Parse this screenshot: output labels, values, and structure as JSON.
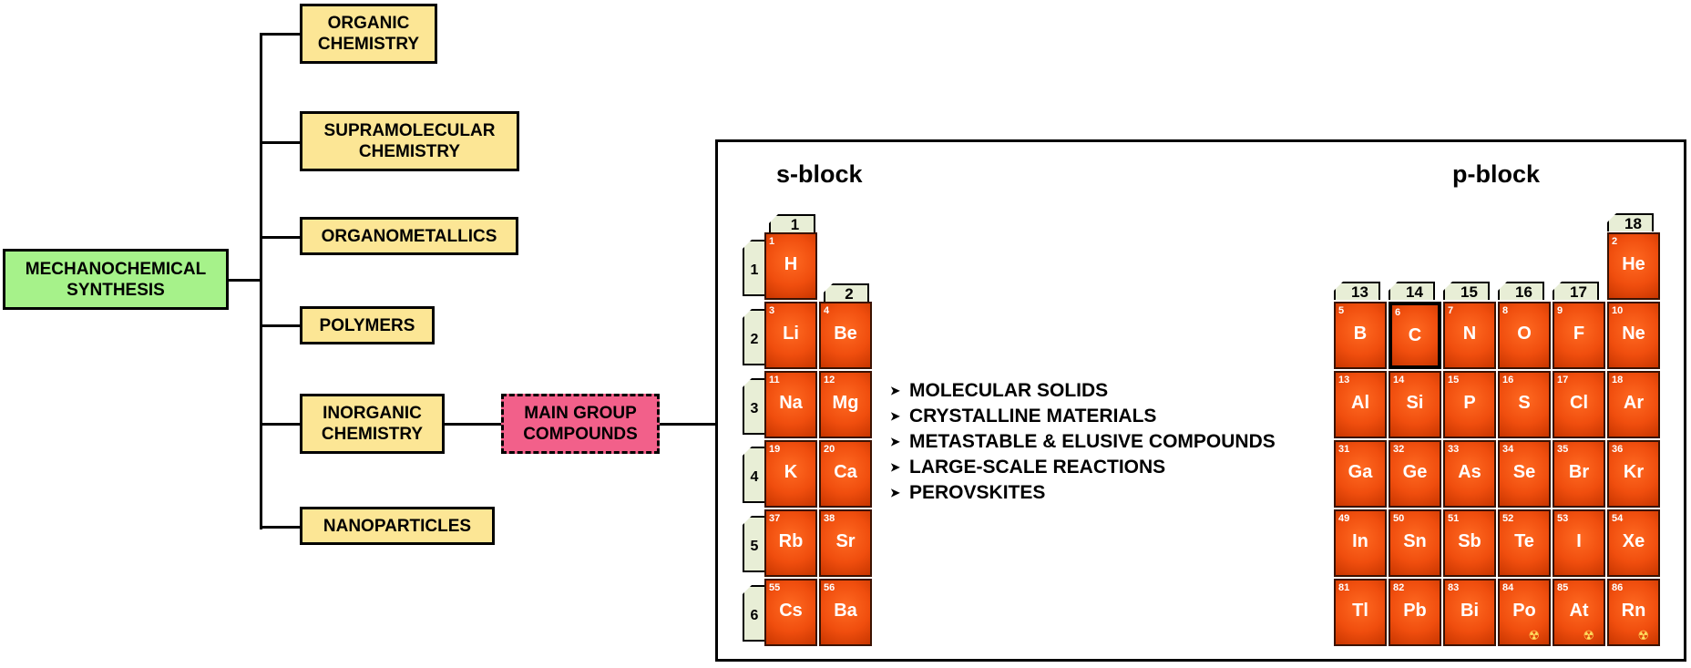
{
  "root": {
    "label": "MECHANOCHEMICAL SYNTHESIS"
  },
  "branches": [
    {
      "label": "ORGANIC CHEMISTRY"
    },
    {
      "label": "SUPRAMOLECULAR CHEMISTRY"
    },
    {
      "label": "ORGANOMETALLICS"
    },
    {
      "label": "POLYMERS"
    },
    {
      "label": "INORGANIC CHEMISTRY"
    },
    {
      "label": "NANOPARTICLES"
    }
  ],
  "sub_branch": {
    "label": "MAIN GROUP COMPOUNDS"
  },
  "panel": {
    "s_block_title": "s-block",
    "p_block_title": "p-block",
    "bullets": [
      "MOLECULAR SOLIDS",
      "CRYSTALLINE MATERIALS",
      "METASTABLE & ELUSIVE COMPOUNDS",
      "LARGE-SCALE REACTIONS",
      "PEROVSKITES"
    ],
    "periods": [
      "1",
      "2",
      "3",
      "4",
      "5",
      "6"
    ],
    "group_labels": {
      "g1": "1",
      "g2": "2",
      "g13": "13",
      "g14": "14",
      "g15": "15",
      "g16": "16",
      "g17": "17",
      "g18": "18"
    },
    "elements": [
      {
        "n": "1",
        "s": "H"
      },
      {
        "n": "2",
        "s": "He"
      },
      {
        "n": "3",
        "s": "Li"
      },
      {
        "n": "4",
        "s": "Be"
      },
      {
        "n": "5",
        "s": "B"
      },
      {
        "n": "6",
        "s": "C",
        "highlight": true
      },
      {
        "n": "7",
        "s": "N"
      },
      {
        "n": "8",
        "s": "O"
      },
      {
        "n": "9",
        "s": "F"
      },
      {
        "n": "10",
        "s": "Ne"
      },
      {
        "n": "11",
        "s": "Na"
      },
      {
        "n": "12",
        "s": "Mg"
      },
      {
        "n": "13",
        "s": "Al"
      },
      {
        "n": "14",
        "s": "Si"
      },
      {
        "n": "15",
        "s": "P"
      },
      {
        "n": "16",
        "s": "S"
      },
      {
        "n": "17",
        "s": "Cl"
      },
      {
        "n": "18",
        "s": "Ar"
      },
      {
        "n": "19",
        "s": "K"
      },
      {
        "n": "20",
        "s": "Ca"
      },
      {
        "n": "31",
        "s": "Ga"
      },
      {
        "n": "32",
        "s": "Ge"
      },
      {
        "n": "33",
        "s": "As"
      },
      {
        "n": "34",
        "s": "Se"
      },
      {
        "n": "35",
        "s": "Br"
      },
      {
        "n": "36",
        "s": "Kr"
      },
      {
        "n": "37",
        "s": "Rb"
      },
      {
        "n": "38",
        "s": "Sr"
      },
      {
        "n": "49",
        "s": "In"
      },
      {
        "n": "50",
        "s": "Sn"
      },
      {
        "n": "51",
        "s": "Sb"
      },
      {
        "n": "52",
        "s": "Te"
      },
      {
        "n": "53",
        "s": "I"
      },
      {
        "n": "54",
        "s": "Xe"
      },
      {
        "n": "55",
        "s": "Cs"
      },
      {
        "n": "56",
        "s": "Ba"
      },
      {
        "n": "81",
        "s": "Tl"
      },
      {
        "n": "82",
        "s": "Pb"
      },
      {
        "n": "83",
        "s": "Bi"
      },
      {
        "n": "84",
        "s": "Po",
        "radioactive": true
      },
      {
        "n": "85",
        "s": "At",
        "radioactive": true
      },
      {
        "n": "86",
        "s": "Rn",
        "radioactive": true
      }
    ]
  }
}
